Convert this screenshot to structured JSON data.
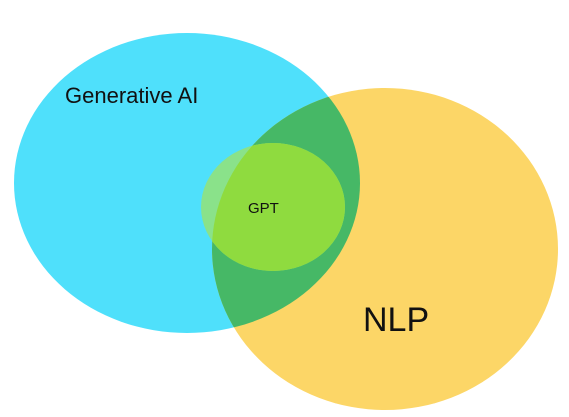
{
  "diagram": {
    "type": "venn",
    "sets": [
      {
        "id": "generative-ai",
        "label": "Generative AI",
        "color": "#4FE0FB"
      },
      {
        "id": "nlp",
        "label": "NLP",
        "color": "#FCD667"
      },
      {
        "id": "gpt",
        "label": "GPT",
        "color": "#8AE28A"
      }
    ],
    "intersection_color": "#46B866",
    "gpt_core_color": "#8FDB3F"
  }
}
